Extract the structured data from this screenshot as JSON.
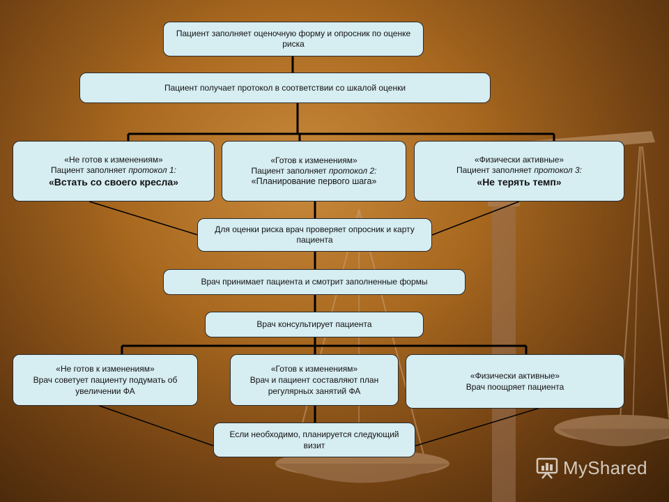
{
  "boxes": {
    "top": "Пациент заполняет оценочную форму и опросник по оценке риска",
    "protocol": "Пациент получает протокол в соответствии со шкалой оценки",
    "not_ready": {
      "title": "«Не готов к изменениям»",
      "line_plain": "Пациент заполняет ",
      "line_italic": "протокол 1:",
      "program": "«Встать со своего кресла»"
    },
    "ready": {
      "title": "«Готов к изменениям»",
      "line_plain": "Пациент заполняет ",
      "line_italic": "протокол 2:",
      "program": "«Планирование первого шага»"
    },
    "active": {
      "title": "«Физически активные»",
      "line_plain": "Пациент заполняет ",
      "line_italic": "протокол 3:",
      "program": "«Не терять темп»"
    },
    "risk_check": "Для оценки риска врач проверяет опросник и карту пациента",
    "doctor_receives": "Врач принимает пациента и смотрит заполненные формы",
    "doctor_consults": "Врач консультирует пациента",
    "out_not_ready": {
      "title": "«Не готов к изменениям»",
      "text": "Врач советует пациенту подумать об увеличении ФА"
    },
    "out_ready": {
      "title": "«Готов к изменениям»",
      "text": "Врач и пациент составляют план регулярных занятий ФА"
    },
    "out_active": {
      "title": "«Физически активные»",
      "text": "Врач поощряет пациента"
    },
    "next_visit": "Если необходимо, планируется следующий визит"
  },
  "watermark": "MyShared",
  "colors": {
    "box_fill": "#d6edf2",
    "connector": "#000000",
    "background": "#a8681f"
  }
}
